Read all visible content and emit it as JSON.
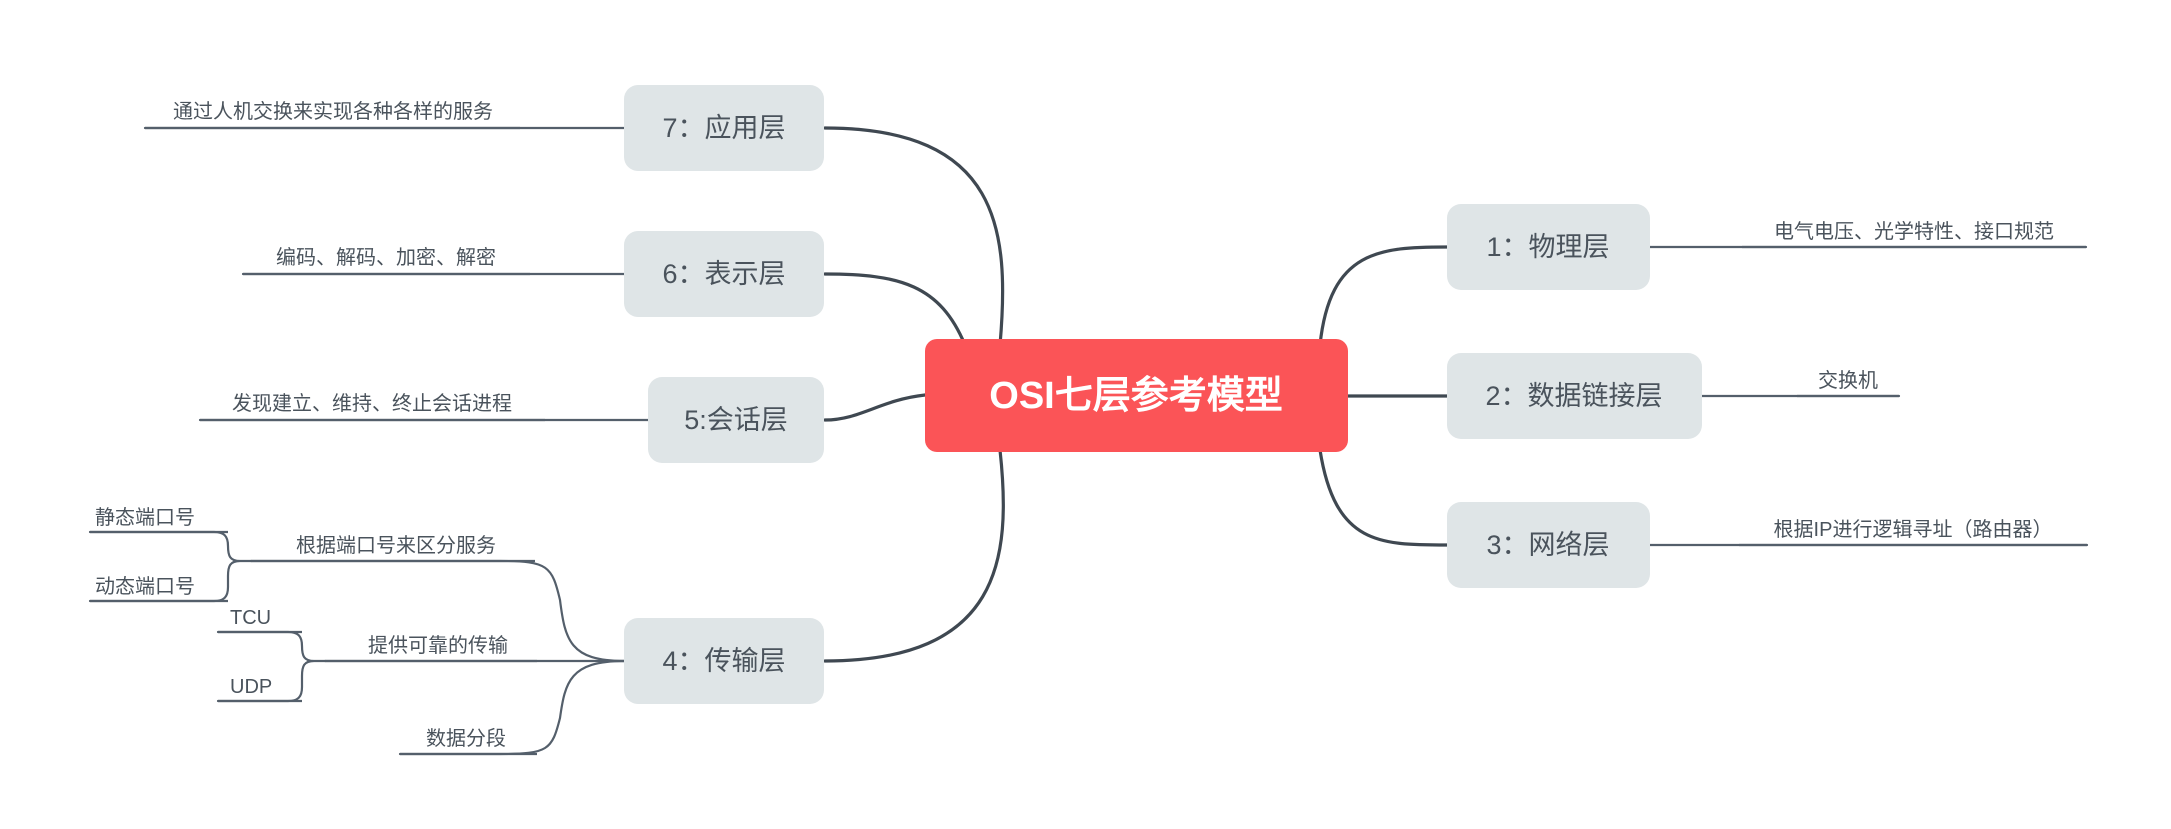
{
  "diagram": {
    "type": "mind-map",
    "title": "OSI七层参考模型",
    "background_color": "#ffffff",
    "root": {
      "label": "OSI七层参考模型",
      "fill_color": "#fb5457",
      "text_color": "#ffffff"
    },
    "node_style": {
      "fill_color": "#dfe5e7",
      "text_color": "#4a535c",
      "edge_color": "#3f4851"
    },
    "left_branches": [
      {
        "id": "layer7",
        "label": "7：应用层",
        "description": "通过人机交换来实现各种各样的服务"
      },
      {
        "id": "layer6",
        "label": "6：表示层",
        "description": "编码、解码、加密、解密"
      },
      {
        "id": "layer5",
        "label": "5:会话层",
        "description": "发现建立、维持、终止会话进程"
      },
      {
        "id": "layer4",
        "label": "4：传输层",
        "sub_branches": [
          {
            "label": "根据端口号来区分服务",
            "children": [
              "静态端口号",
              "动态端口号"
            ]
          },
          {
            "label": "提供可靠的传输",
            "children": [
              "TCU",
              "UDP"
            ]
          },
          {
            "label": "数据分段",
            "children": []
          }
        ]
      }
    ],
    "right_branches": [
      {
        "id": "layer1",
        "label": "1：物理层",
        "description": "电气电压、光学特性、接口规范"
      },
      {
        "id": "layer2",
        "label": "2：数据链接层",
        "description": "交换机"
      },
      {
        "id": "layer3",
        "label": "3：网络层",
        "description": "根据IP进行逻辑寻址（路由器）"
      }
    ]
  }
}
